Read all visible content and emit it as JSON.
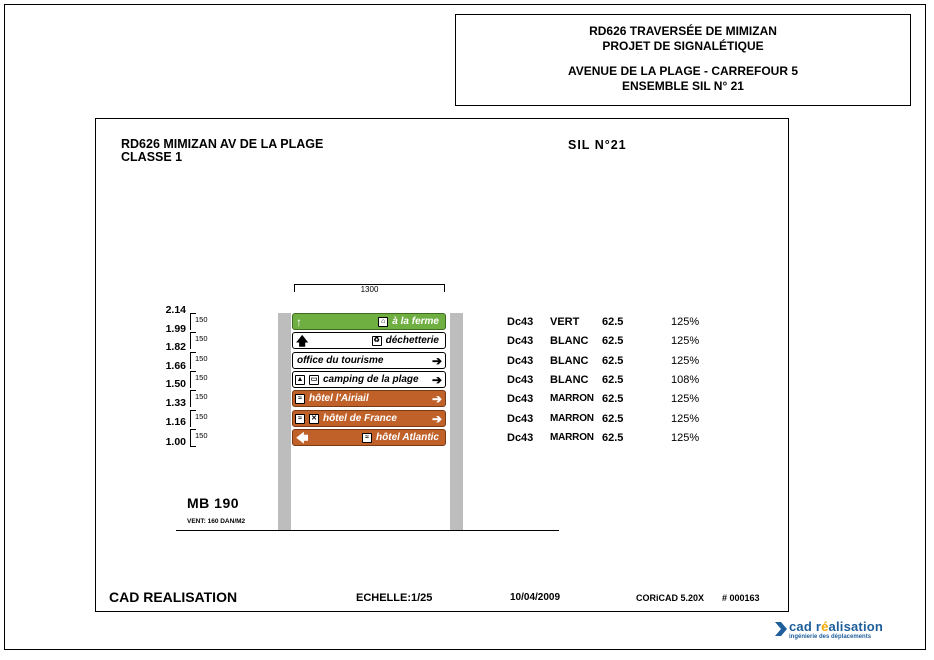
{
  "title_block": {
    "line1": "RD626 TRAVERSÉE DE MIMIZAN",
    "line2": "PROJET DE SIGNALÉTIQUE",
    "line3": "AVENUE DE LA PLAGE - CARREFOUR 5",
    "line4": "ENSEMBLE SIL N° 21"
  },
  "sheet": {
    "heading1": "RD626 MIMIZAN AV DE LA PLAGE",
    "heading2": "CLASSE 1",
    "sil_number": "SIL N°21",
    "panel_width": "1300"
  },
  "height_labels": [
    "2.14",
    "1.99",
    "1.82",
    "1.66",
    "1.50",
    "1.33",
    "1.16",
    "1.00"
  ],
  "tick_label": "150",
  "panels": [
    {
      "text": "à la ferme",
      "color": "#6fae41",
      "style": "green",
      "arrow": "↑",
      "arrow_side": "left",
      "icons": [
        "farm-icon"
      ],
      "code": "Dc43",
      "colour_name": "VERT",
      "size": "62.5",
      "pct": "125%"
    },
    {
      "text": "déchetterie",
      "color": "#ffffff",
      "style": "white",
      "arrow": "🡅",
      "arrow_side": "left",
      "icons": [
        "recycling-icon"
      ],
      "code": "Dc43",
      "colour_name": "BLANC",
      "size": "62.5",
      "pct": "125%"
    },
    {
      "text": "office du tourisme",
      "color": "#ffffff",
      "style": "white",
      "arrow": "➔",
      "arrow_side": "right",
      "icons": [],
      "code": "Dc43",
      "colour_name": "BLANC",
      "size": "62.5",
      "pct": "125%"
    },
    {
      "text": "camping de la plage",
      "color": "#ffffff",
      "style": "white",
      "arrow": "➔",
      "arrow_side": "right",
      "icons": [
        "tent-icon",
        "caravan-icon"
      ],
      "code": "Dc43",
      "colour_name": "BLANC",
      "size": "62.5",
      "pct": "108%"
    },
    {
      "text": "hôtel l'Airiail",
      "color": "#c0612a",
      "style": "brown",
      "arrow": "➔",
      "arrow_side": "right",
      "icons": [
        "bed-icon"
      ],
      "code": "Dc43",
      "colour_name": "MARRON",
      "size": "62.5",
      "pct": "125%"
    },
    {
      "text": "hôtel de France",
      "color": "#c0612a",
      "style": "brown",
      "arrow": "➔",
      "arrow_side": "right",
      "icons": [
        "bed-icon",
        "restaurant-icon"
      ],
      "code": "Dc43",
      "colour_name": "MARRON",
      "size": "62.5",
      "pct": "125%"
    },
    {
      "text": "hôtel Atlantic",
      "color": "#c0612a",
      "style": "brown",
      "arrow": "🡄",
      "arrow_side": "left",
      "icons": [
        "bed-icon"
      ],
      "code": "Dc43",
      "colour_name": "MARRON",
      "size": "62.5",
      "pct": "125%"
    }
  ],
  "mast": {
    "label": "MB  190",
    "wind": "VENT: 160  DAN/M2"
  },
  "footer": {
    "company": "CAD REALISATION",
    "scale": "ECHELLE:1/25",
    "date": "10/04/2009",
    "software": "CORiCAD 5.20X",
    "file_no": "# 000163"
  },
  "logo": {
    "name_part1": "cad r",
    "name_part2": "é",
    "name_part3": "alisation",
    "tagline": "ingénierie des déplacements"
  },
  "colors": {
    "green": "#6fae41",
    "brown": "#c0612a",
    "post": "#bdbdbd",
    "logo_blue": "#1e5e9a",
    "logo_orange": "#f2a900"
  }
}
